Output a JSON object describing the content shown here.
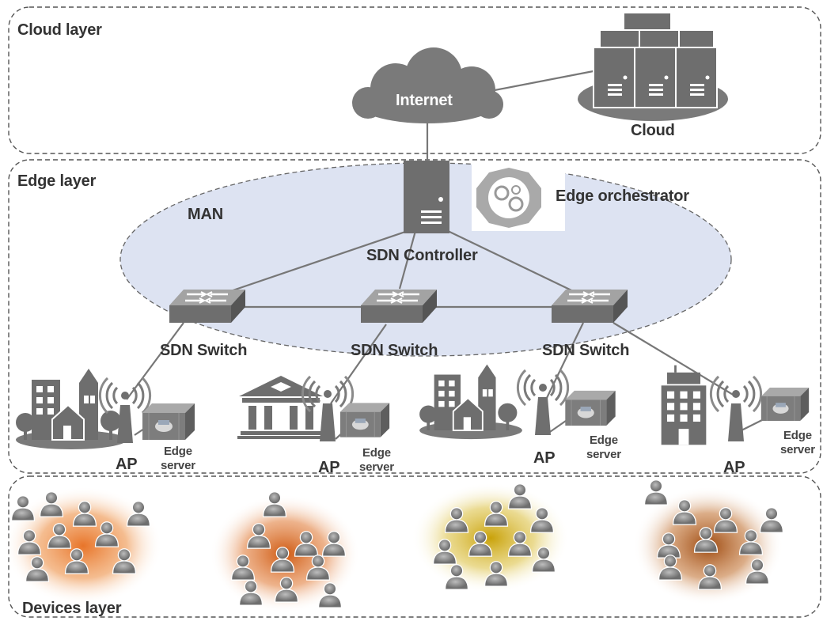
{
  "layers": {
    "cloud": "Cloud layer",
    "edge": "Edge layer",
    "devices": "Devices layer"
  },
  "labels": {
    "internet": "Internet",
    "cloud": "Cloud",
    "man": "MAN",
    "sdn_controller": "SDN Controller",
    "edge_orchestrator": "Edge orchestrator",
    "sdn_switch": "SDN Switch",
    "ap": "AP",
    "edge_server": "Edge\nserver"
  },
  "colors": {
    "device_gray": "#7a7a7a",
    "man_fill": "#dde3f2",
    "border": "#555555",
    "crowd_glows": [
      "#e8752a",
      "#cf5a12",
      "#c9a20a",
      "#9e4a10"
    ]
  },
  "icons": [
    "server-rack-icon",
    "cloud-icon",
    "server-icon",
    "kubernetes-icon",
    "switch-icon",
    "antenna-icon",
    "edge-server-icon",
    "city-icon",
    "university-icon",
    "office-building-icon",
    "person-icon"
  ]
}
